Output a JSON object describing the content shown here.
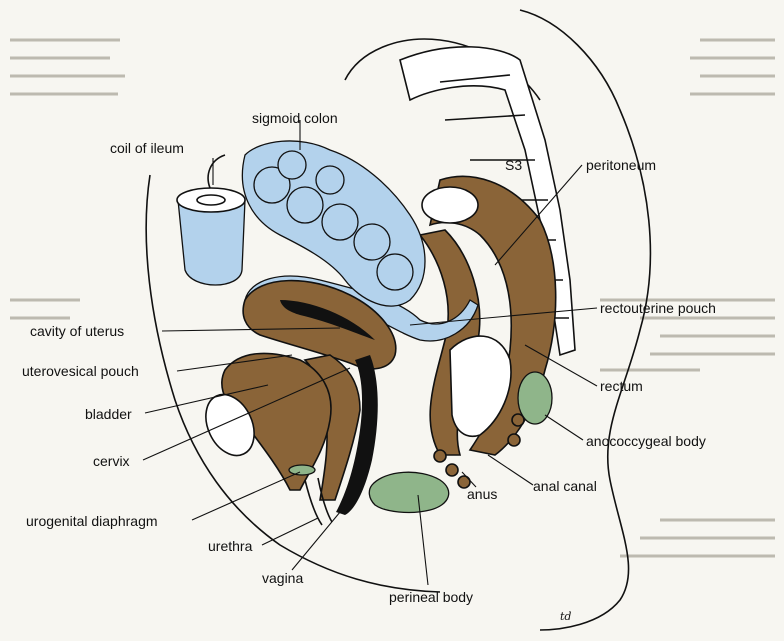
{
  "figure": {
    "labels": {
      "coil_of_ileum": "coil of  ileum",
      "sigmoid_colon": "sigmoid colon",
      "s3": "S3",
      "peritoneum": "peritoneum",
      "rectouterine_pouch": "rectouterine pouch",
      "rectum": "rectum",
      "anococcygeal_body": "anococcygeal body",
      "anal_canal": "anal canal",
      "anus": "anus",
      "perineal_body": "perineal body",
      "vagina": "vagina",
      "urethra": "urethra",
      "urogenital_diaphragm": "urogenital diaphragm",
      "cervix": "cervix",
      "bladder": "bladder",
      "uterovesical_pouch": "uterovesical pouch",
      "cavity_of_uterus": "cavity of uterus"
    },
    "signature": "td",
    "colors": {
      "muscle": "#8a6438",
      "peritoneum": "#b3d2ec",
      "connective_tissue": "#8fb58a",
      "ink": "#111111",
      "paper": "#f7f6f1"
    }
  }
}
